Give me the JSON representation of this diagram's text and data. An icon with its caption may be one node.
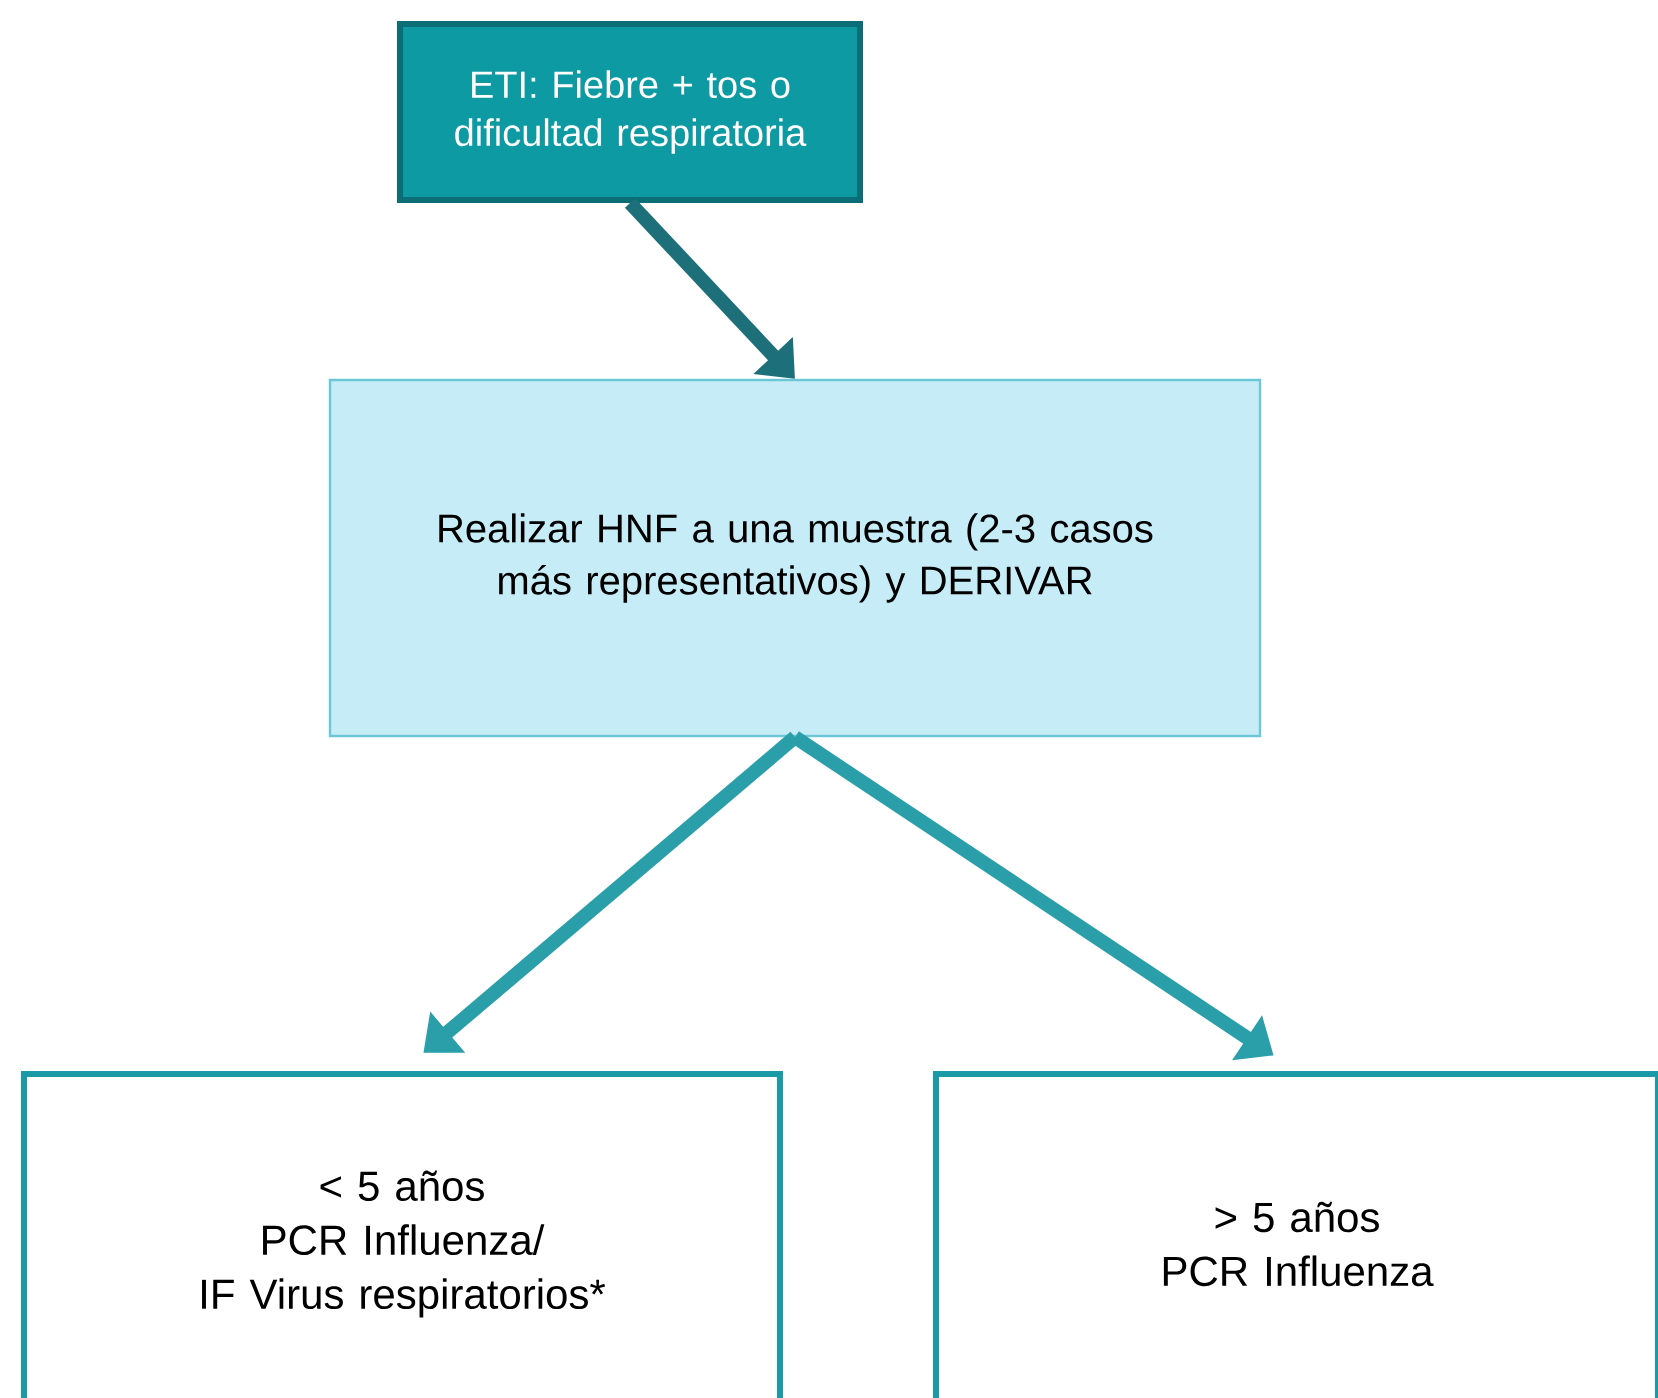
{
  "diagram": {
    "nodes": [
      {
        "text": [
          "ETI: Fiebre + tos o dificultad respiratoria"
        ]
      },
      {
        "text": [
          "Realizar HNF a una muestra (2-3 casos más representativos) y DERIVAR"
        ]
      },
      {
        "text": [
          "< 5 años",
          "PCR Influenza/",
          "IF Virus respiratorios*"
        ]
      },
      {
        "text": [
          "> 5 años",
          "PCR Influenza"
        ]
      }
    ],
    "edges": [
      {
        "from": 0,
        "to": 1,
        "arrow": "to",
        "color": "#1d6f7a"
      },
      {
        "from": 1,
        "to": 2,
        "arrow": "to"
      },
      {
        "from": 1,
        "to": 3,
        "arrow": "to"
      }
    ]
  }
}
